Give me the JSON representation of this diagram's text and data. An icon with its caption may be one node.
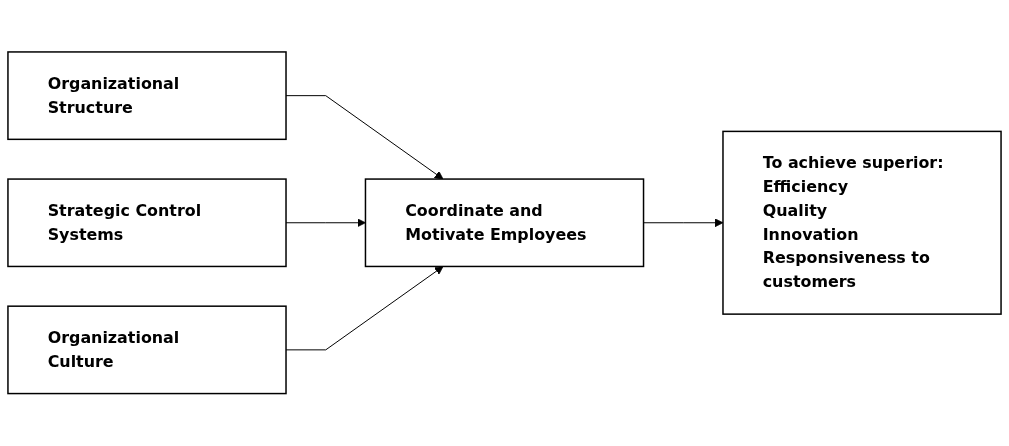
{
  "diagram": {
    "nodes": [
      {
        "text": [
          "Organizational Structure"
        ]
      },
      {
        "text": [
          "Strategic Control Systems"
        ]
      },
      {
        "text": [
          "Organizational Culture"
        ]
      },
      {
        "text": [
          "Coordinate and Motivate Employees"
        ]
      },
      {
        "text": [
          "To achieve superior:",
          "Efficiency",
          "Quality",
          "Innovation",
          "Responsiveness to customers"
        ]
      }
    ],
    "edges": [
      {
        "from": 0,
        "to": 3,
        "arrow": "to"
      },
      {
        "from": 1,
        "to": 3,
        "arrow": "to"
      },
      {
        "from": 2,
        "to": 3,
        "arrow": "to"
      },
      {
        "from": 3,
        "to": 4,
        "arrow": "to"
      }
    ]
  }
}
